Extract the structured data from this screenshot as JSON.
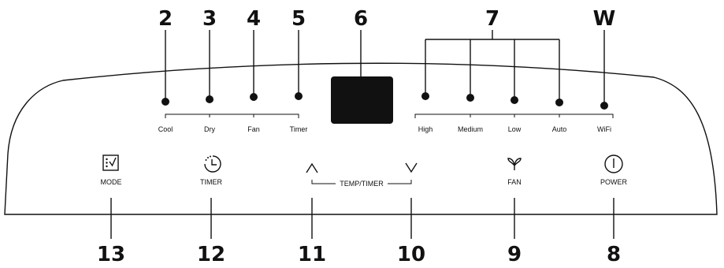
{
  "callouts_top": {
    "n2": "2",
    "n3": "3",
    "n4": "4",
    "n5": "5",
    "n6": "6",
    "n7": "7",
    "w": "W"
  },
  "callouts_bottom": {
    "n13": "13",
    "n12": "12",
    "n11": "11",
    "n10": "10",
    "n9": "9",
    "n8": "8"
  },
  "mode_indicators": [
    "Cool",
    "Dry",
    "Fan",
    "Timer"
  ],
  "fan_indicators": [
    "High",
    "Medium",
    "Low",
    "Auto"
  ],
  "wifi_label": "WiFi",
  "buttons": {
    "mode": "MODE",
    "timer": "TIMER",
    "temp_timer": "TEMP/TIMER",
    "fan": "FAN",
    "power": "POWER"
  },
  "icons": {
    "mode": "mode-icon",
    "timer": "timer-icon",
    "up": "up-arrow-icon",
    "down": "down-arrow-icon",
    "fan": "fan-icon",
    "power": "power-icon"
  }
}
